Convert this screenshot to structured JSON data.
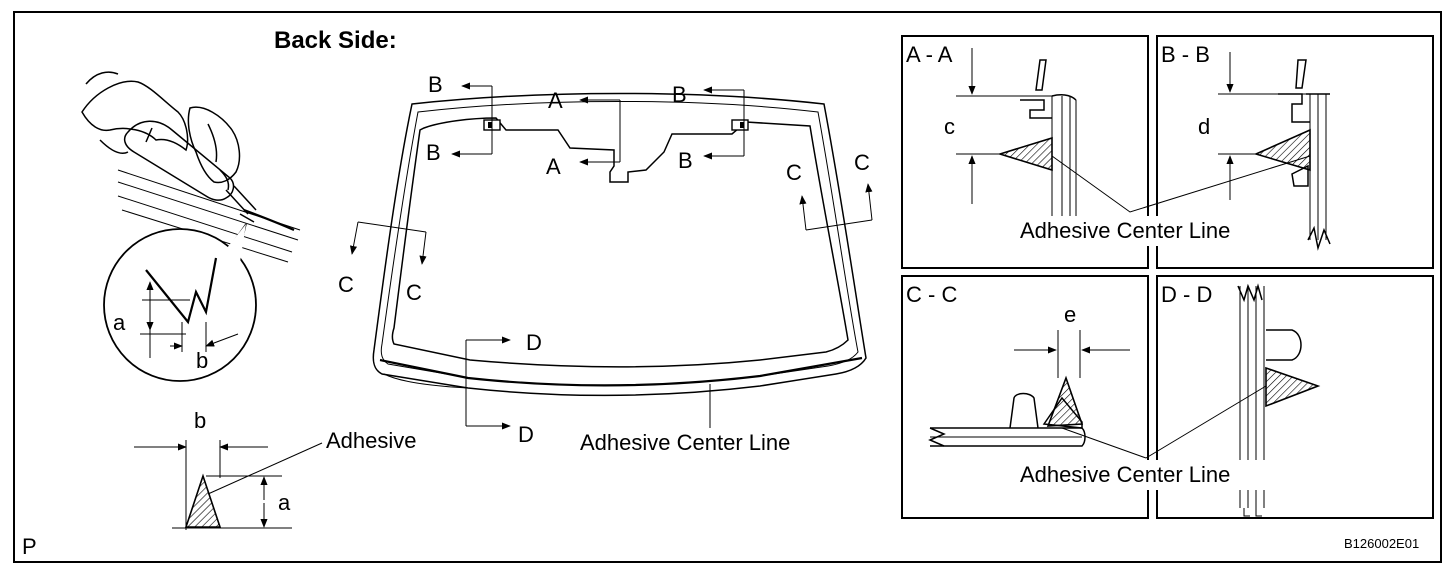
{
  "header": {
    "back_side": "Back Side:"
  },
  "footer": {
    "left_letter": "P",
    "code": "B126002E01"
  },
  "main": {
    "section_marks": {
      "a": "A",
      "b": "B",
      "c": "C",
      "d": "D"
    },
    "adhesive_center_line": "Adhesive Center Line"
  },
  "left": {
    "dim_a": "a",
    "dim_b": "b",
    "adhesive": "Adhesive"
  },
  "panels": {
    "aa": {
      "title": "A - A",
      "dim": "c",
      "note": "Adhesive Center Line"
    },
    "bb": {
      "title": "B - B",
      "dim": "d"
    },
    "cc": {
      "title": "C - C",
      "dim": "e",
      "note": "Adhesive Center Line"
    },
    "dd": {
      "title": "D - D"
    }
  }
}
